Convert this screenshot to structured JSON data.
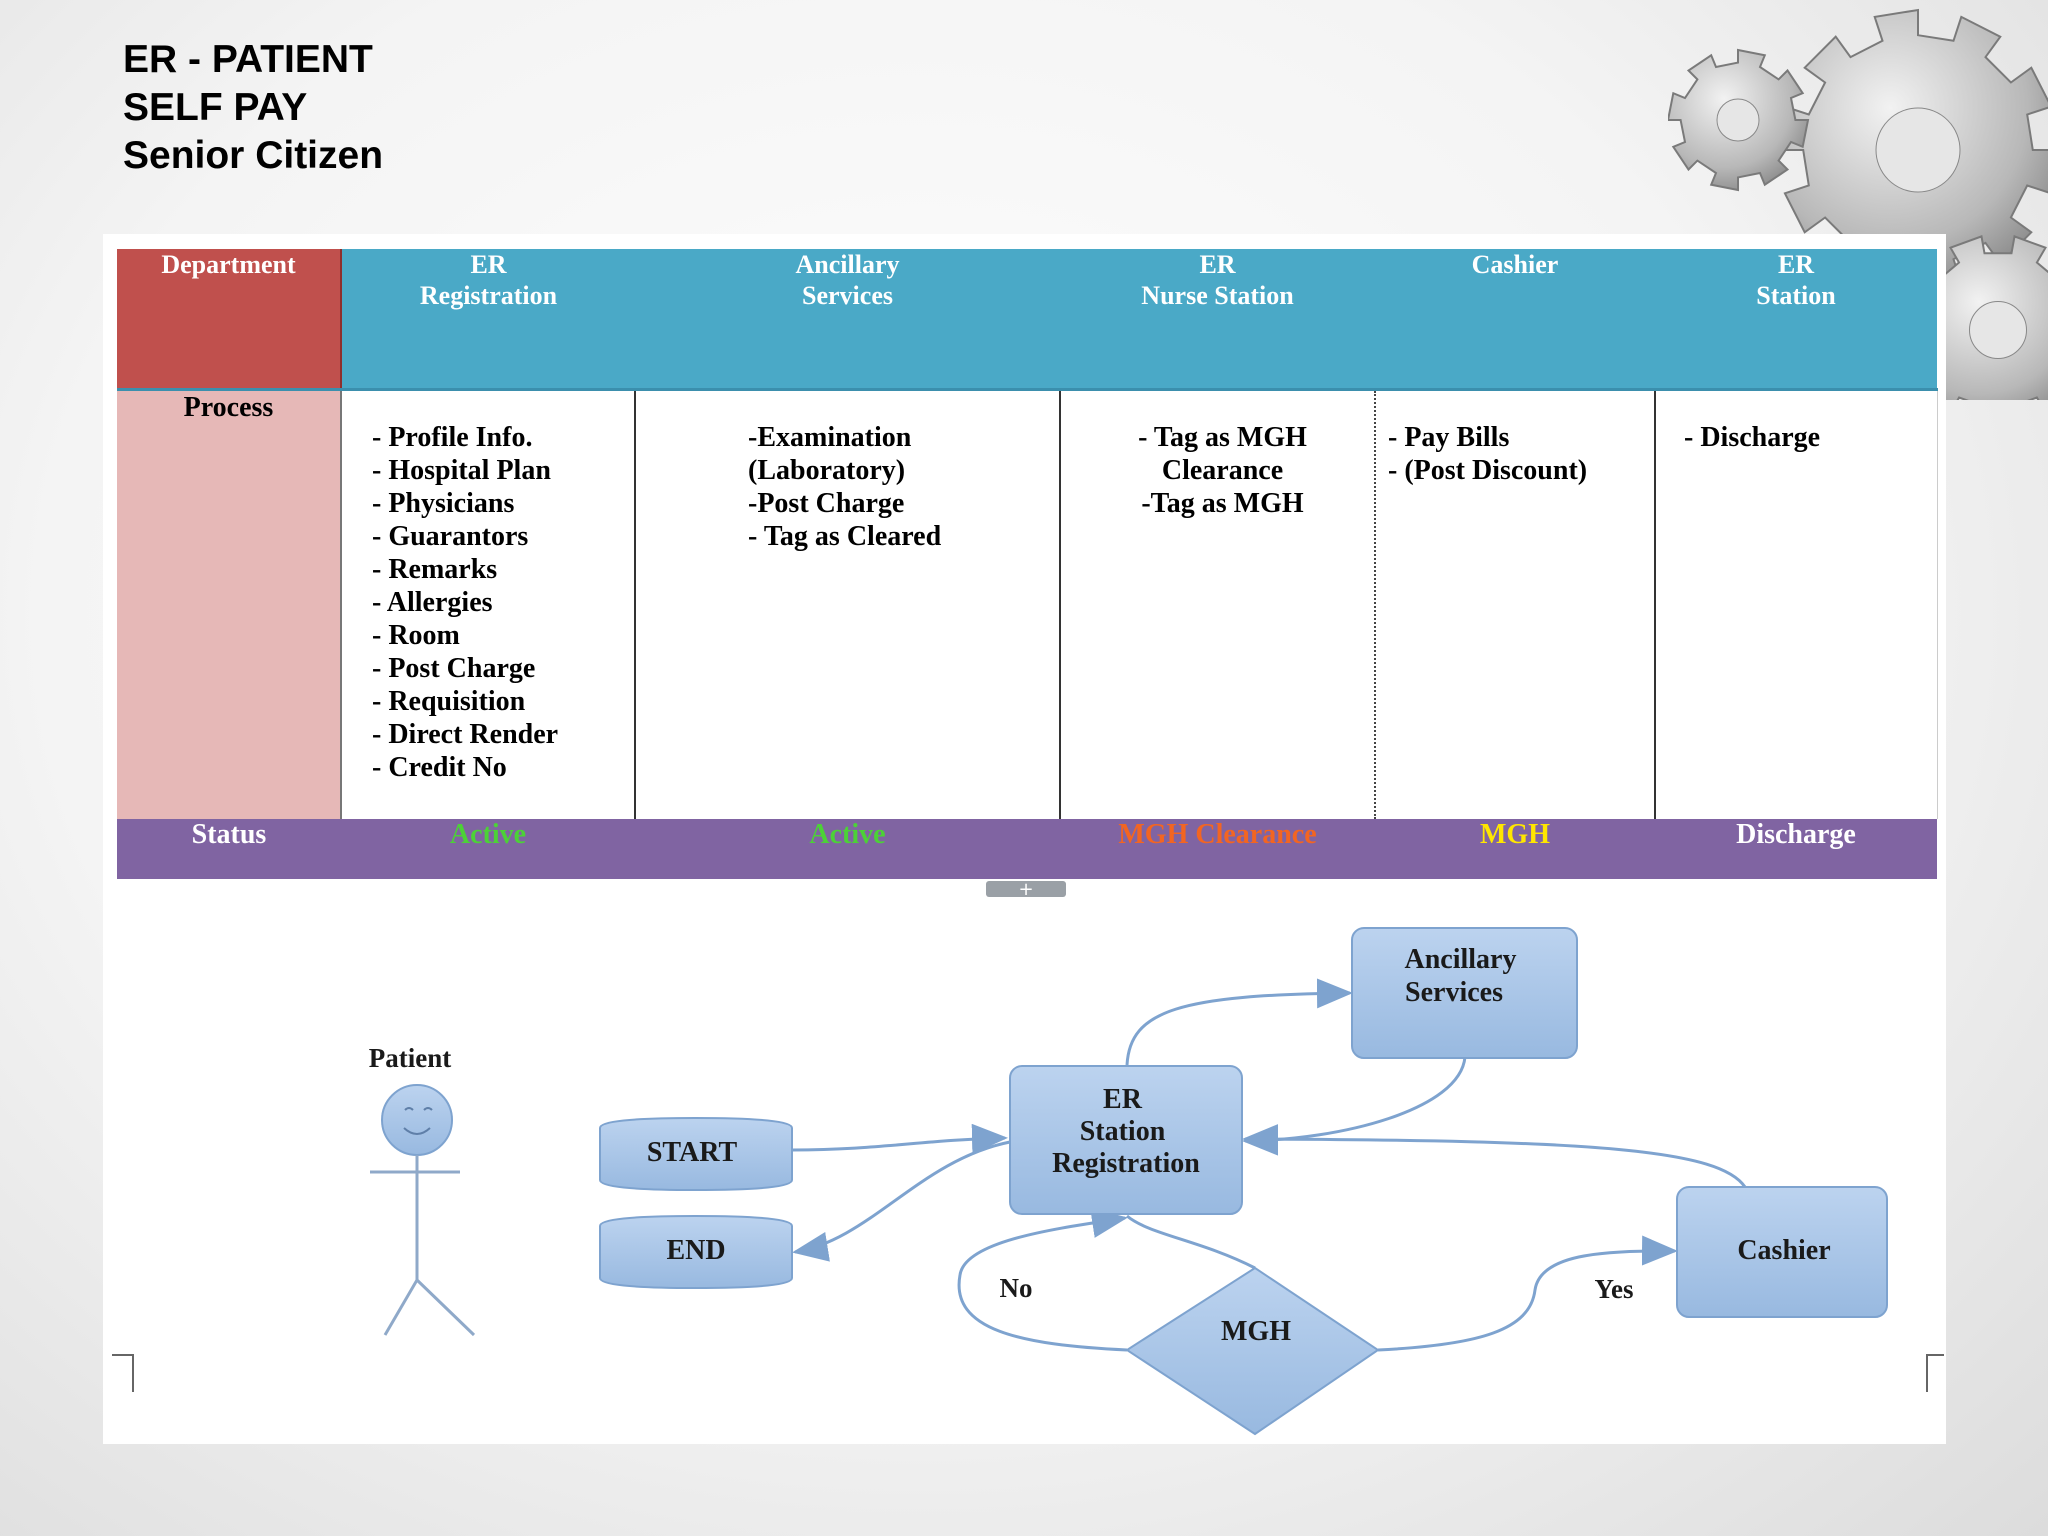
{
  "title": {
    "line1": "ER - PATIENT",
    "line2": "SELF PAY",
    "line3": "Senior Citizen"
  },
  "table": {
    "department_label": "Department",
    "process_label": "Process",
    "status_label": "Status",
    "columns": [
      {
        "header": "ER\nRegistration",
        "process": "- Profile Info.\n- Hospital Plan\n- Physicians\n- Guarantors\n- Remarks\n- Allergies\n- Room\n- Post Charge\n- Requisition\n- Direct Render\n- Credit No",
        "status": "Active",
        "status_color": "#4cd137"
      },
      {
        "header": "Ancillary\nServices",
        "process": "-Examination\n(Laboratory)\n-Post Charge\n- Tag as Cleared",
        "status": "Active",
        "status_color": "#4cd137"
      },
      {
        "header": "ER\nNurse Station",
        "process": "- Tag as MGH\nClearance\n-Tag as MGH",
        "status": "MGH Clearance",
        "status_color": "#f26522"
      },
      {
        "header": "Cashier",
        "process": "- Pay Bills\n- (Post Discount)",
        "status": "MGH",
        "status_color": "#ffe600"
      },
      {
        "header": "ER\nStation",
        "process": "- Discharge",
        "status": "Discharge",
        "status_color": "#ffffff"
      }
    ]
  },
  "flowchart": {
    "actor_label": "Patient",
    "start_label": "START",
    "end_label": "END",
    "er_station_label": [
      "ER",
      "Station",
      "Registration"
    ],
    "ancillary_label": [
      "Ancillary",
      "Services"
    ],
    "cashier_label": "Cashier",
    "decision_label": "MGH",
    "no_label": "No",
    "yes_label": "Yes"
  },
  "colors": {
    "header_blue": "#4aa9c7",
    "department_red": "#c0504d",
    "process_pink": "#e6b8b7",
    "status_purple": "#8064a2",
    "node_fill": "#a9c6e8",
    "node_stroke": "#7ea3cf"
  }
}
